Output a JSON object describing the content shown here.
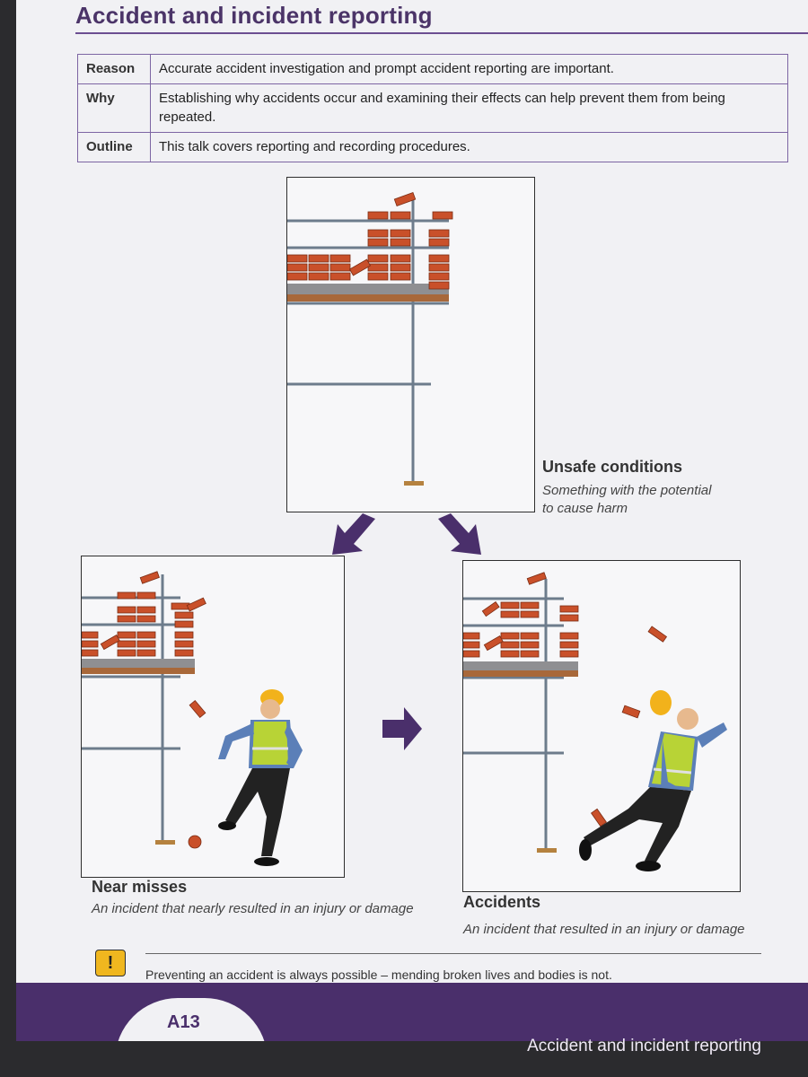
{
  "header": {
    "title": "Accident and incident reporting"
  },
  "info_table": [
    {
      "key": "Reason",
      "value": "Accurate accident investigation and prompt accident reporting are important."
    },
    {
      "key": "Why",
      "value": "Establishing why accidents occur and examining their effects can help prevent them from being repeated."
    },
    {
      "key": "Outline",
      "value": "This talk covers reporting and recording procedures."
    }
  ],
  "panels": {
    "unsafe": {
      "title": "Unsafe conditions",
      "subtitle": "Something with the potential to cause harm"
    },
    "near_miss": {
      "title": "Near misses",
      "subtitle": "An incident that nearly resulted in an injury or damage"
    },
    "accident": {
      "title": "Accidents",
      "subtitle": "An incident that resulted in an injury or damage"
    }
  },
  "note": {
    "icon": "warning-icon",
    "symbol": "!",
    "text": "Preventing an accident is always possible – mending broken lives and bodies is not."
  },
  "footer": {
    "page_number": "A13",
    "section": "Accident and incident reporting"
  },
  "colors": {
    "accent": "#4a2f6b",
    "brick": "#c9502a",
    "vest": "#b8d336",
    "helmet": "#f2b21b",
    "warning": "#f0b71f"
  }
}
